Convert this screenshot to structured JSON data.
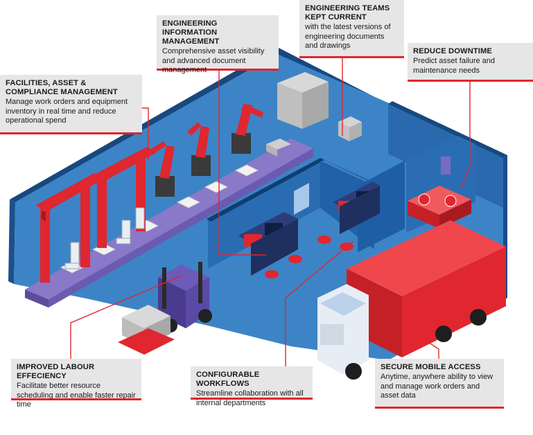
{
  "colors": {
    "accent": "#e0262f",
    "floor": "#3c84c6",
    "wall_dark": "#1f5a9c",
    "wall_light": "#2f73ba",
    "conveyor": "#8a78c9",
    "truck_body": "#e2353b",
    "card_bg": "#e6e6e6"
  },
  "callouts": {
    "facilities": {
      "title": "FACILITIES, ASSET & COMPLIANCE MANAGEMENT",
      "text": "Manage work orders and equipment inventory in real time and reduce operational spend"
    },
    "info": {
      "title": "ENGINEERING INFORMATION MANAGEMENT",
      "text": "Comprehensive asset visibility and advanced document management"
    },
    "teams": {
      "title": "ENGINEERING TEAMS KEPT CURRENT",
      "text": "with the latest versions of engineering documents and drawings"
    },
    "downtime": {
      "title": "REDUCE DOWNTIME",
      "text": "Predict asset failure and maintenance needs"
    },
    "labour": {
      "title": "IMPROVED LABOUR EFFECIENCY",
      "text": "Facilitate better resource scheduling and enable faster repair time"
    },
    "workflows": {
      "title": "CONFIGURABLE WORKFLOWS",
      "text": "Streamline collaboration with all internal departments"
    },
    "mobile": {
      "title": "SECURE MOBILE ACCESS",
      "text": "Anytime, anywhere ability to view and manage work orders and asset data"
    }
  }
}
